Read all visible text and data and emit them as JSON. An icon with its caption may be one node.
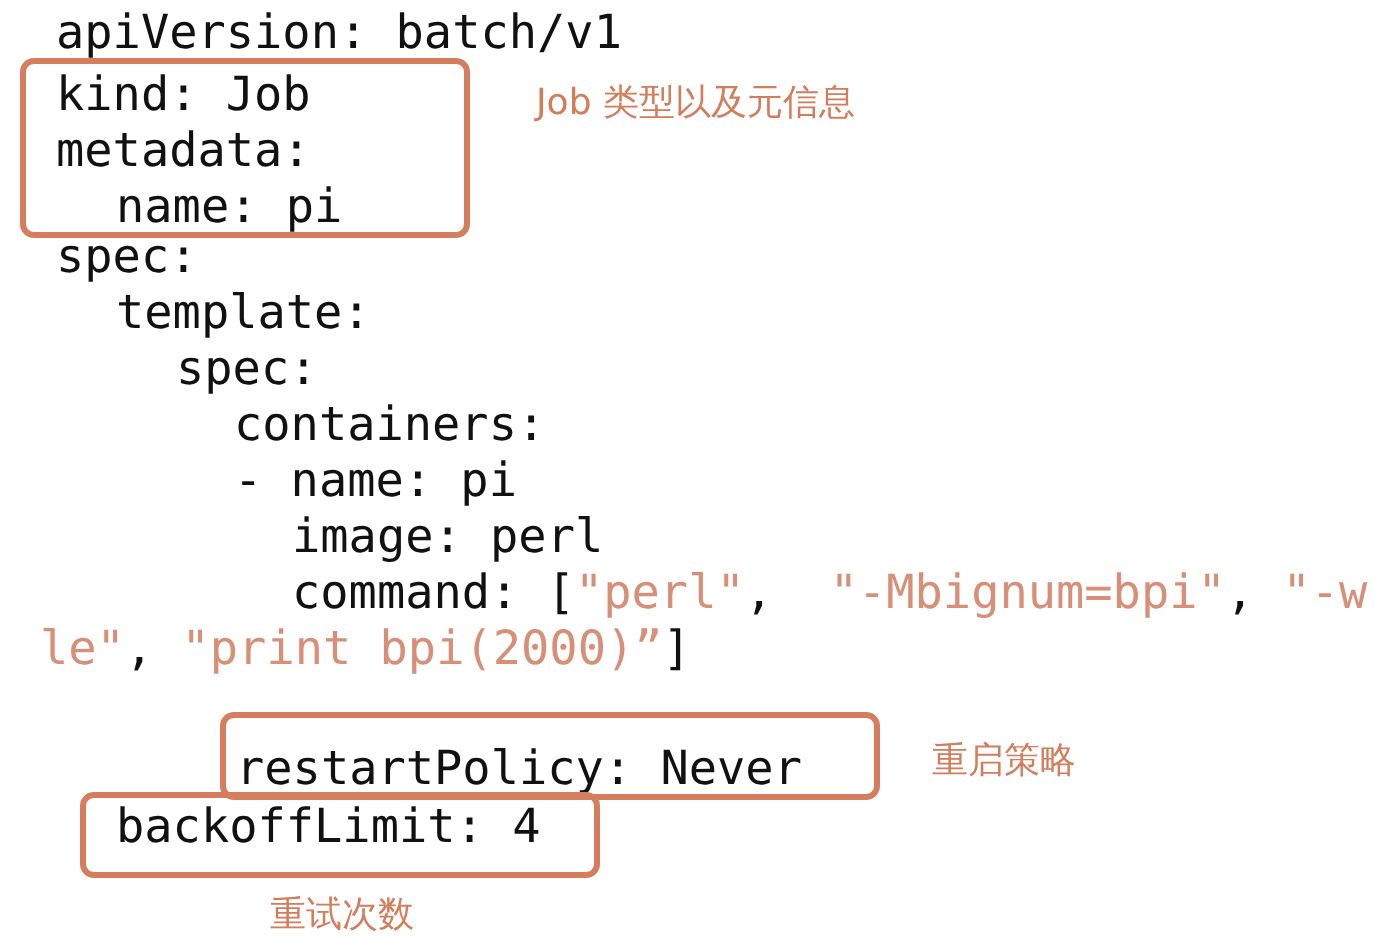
{
  "diagram": {
    "nodes": [
      {
        "text": [
          "kind: Job",
          "metadata:",
          "name: pi"
        ],
        "beside": [
          "Job 类型以及元信息"
        ]
      },
      {
        "text": [
          "restartPolicy: Never"
        ],
        "beside": [
          "重启策略"
        ]
      },
      {
        "text": [
          "backoffLimit: 4"
        ],
        "beside": [
          "重试次数"
        ]
      }
    ],
    "labels": [
      "apiVersion: batch/v1",
      "spec:",
      "template:",
      "spec:",
      "containers:",
      "- name: pi",
      "image: perl",
      "command: [\"perl\",  \"-Mbignum=bpi\", \"-wle\", \"print bpi(2000)”]"
    ]
  }
}
